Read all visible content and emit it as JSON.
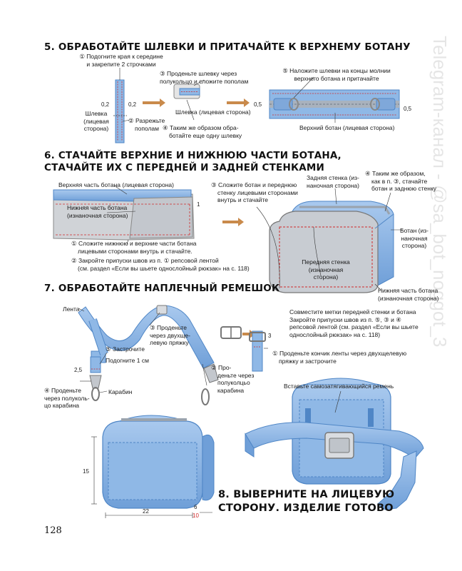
{
  "page_number": "128",
  "watermark": "Telegram-канал - @sa_bot_noggot_3",
  "step5": {
    "title": "5. ОБРАБОТАЙТЕ ШЛЕВКИ И ПРИТАЧАЙТЕ К ВЕРХНЕМУ БОТАНУ",
    "note1": [
      "① Подогните края к середине",
      "и закрепите 2 строчками"
    ],
    "note2": [
      "③ Проденьте шлевку через",
      "полукольцо и сложите пополам"
    ],
    "note3": [
      "⑤ Наложите шлевки на концы молнии",
      "верхнего ботана и притачайте"
    ],
    "label_loop": [
      "Шлевка",
      "(лицевая",
      "сторона)"
    ],
    "note_cut": [
      "② Разрежьте",
      "пополам"
    ],
    "label_loop_face": "Шлевка (лицевая сторона)",
    "note4": [
      "④ Таким же образом обра-",
      "ботайте еще одну шлевку"
    ],
    "label_top": "Верхний ботан (лицевая сторона)",
    "dim_02": "0,2",
    "dim_05": "0,5"
  },
  "step6": {
    "title_line1": "6. СТАЧАЙТЕ ВЕРХНИЕ И НИЖНЮЮ ЧАСТИ БОТАНА,",
    "title_line2": "СТАЧАЙТЕ ИХ С ПЕРЕДНЕЙ И ЗАДНЕЙ СТЕНКАМИ",
    "label_top_face": "Верхняя часть ботана (лицевая сторона)",
    "label_bottom_wrong": [
      "Нижняя часть ботана",
      "(изнаночная сторона)"
    ],
    "dim_1": "1",
    "note1": [
      "① Сложите нижнюю и верхние части ботана",
      "лицевыми сторонами внутрь и стачайте."
    ],
    "note2": [
      "② Закройте припуски швов из п. ① репсовой лентой",
      "(см. раздел «Если вы шьете однослойный рюкзак» на с. 118)"
    ],
    "note3": [
      "③ Сложите ботан и переднюю",
      "стенку лицевыми сторонами",
      "внутрь и стачайте"
    ],
    "label_back": [
      "Задняя стенка (из-",
      "наночная сторона)"
    ],
    "note4": [
      "④ Таким же образом,",
      "как в п. ③, стачайте",
      "ботан и заднюю стенку"
    ],
    "label_gusset": [
      "Ботан (из-",
      "наночная",
      "сторона)"
    ],
    "label_front": [
      "Передняя стенка",
      "(изнаночная",
      "сторона)"
    ],
    "label_bottom_part": [
      "Нижняя часть ботана",
      "(изнаночная сторона)"
    ],
    "note5": [
      "Совместите метки передней стенки и ботана",
      "Закройте припуски швов из п. ⑤, ③ и ④",
      "репсовой лентой (см. раздел «Если вы шьете",
      "однослойный рюкзак» на с. 118)"
    ]
  },
  "step7": {
    "title": "7. ОБРАБОТАЙТЕ НАПЛЕЧНЫЙ РЕМЕШОК",
    "label_tape": "Лента",
    "note3": [
      "③ Проденьте",
      "через двухще-",
      "левую пряжку"
    ],
    "note5": "⑤ Застрочите",
    "fold": "Подогните 1 см",
    "dim_25": "2,5",
    "note4": [
      "④ Проденьте",
      "через полуколь-",
      "цо карабина"
    ],
    "label_carabiner": "Карабин",
    "note2": [
      "② Про-",
      "деньте через",
      "полуколцьо",
      "карабина"
    ],
    "note1": [
      "① Проденьте кончик ленты через двухщелевую",
      "пряжку и застрочите"
    ],
    "dim_3": "3"
  },
  "step8": {
    "title_line1": "8. ВЫВЕРНИТЕ НА ЛИЦЕВУЮ",
    "title_line2": "СТОРОНУ. ИЗДЕЛИЕ ГОТОВО",
    "belt_note": "Вставьте самозатягивающийся ремень",
    "dim_15": "15",
    "dim_22": "22",
    "dim_6": "6",
    "dim_10": "10"
  },
  "colors": {
    "fabric_blue": "#8fb8e6",
    "fabric_blue_dark": "#4f86c6",
    "fabric_inner": "#c9cdd3",
    "stitch_red": "#d12a2a",
    "arrow_orange": "#c98a4b"
  }
}
